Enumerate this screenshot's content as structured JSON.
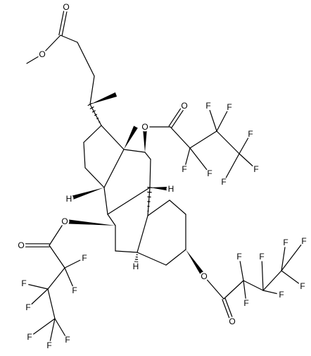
{
  "molecule": {
    "atom_labels": {
      "ester_O_carbonyl": "O",
      "ester_O_methoxy": "O",
      "O12": "O",
      "O12_carbonyl": "O",
      "O7": "O",
      "O7_carbonyl": "O",
      "O3": "O",
      "O3_carbonyl": "O",
      "H14": "H",
      "H8": "H",
      "H9": "H",
      "H5": "H",
      "F_12a": "F",
      "F_12b": "F",
      "F_12c": "F",
      "F_12d": "F",
      "F_12e": "F",
      "F_12f": "F",
      "F_12g": "F",
      "F_7a": "F",
      "F_7b": "F",
      "F_7c": "F",
      "F_7d": "F",
      "F_7e": "F",
      "F_7f": "F",
      "F_7g": "F",
      "F_3a": "F",
      "F_3b": "F",
      "F_3c": "F",
      "F_3d": "F",
      "F_3e": "F",
      "F_3f": "F",
      "F_3g": "F"
    },
    "colors": {
      "bond": "#000000",
      "label": "#000000",
      "background": "#ffffff"
    }
  }
}
